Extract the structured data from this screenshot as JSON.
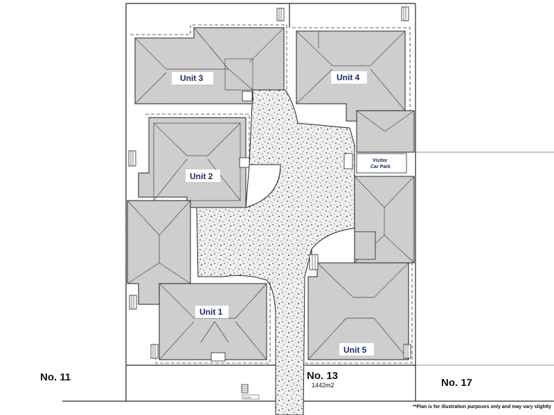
{
  "units": [
    {
      "id": "unit-1",
      "label": "Unit 1"
    },
    {
      "id": "unit-2",
      "label": "Unit 2"
    },
    {
      "id": "unit-3",
      "label": "Unit 3"
    },
    {
      "id": "unit-4",
      "label": "Unit 4"
    },
    {
      "id": "unit-5",
      "label": "Unit 5"
    }
  ],
  "visitor_parking": {
    "line1": "Visitor",
    "line2": "Car Park"
  },
  "lots": {
    "left": "No. 11",
    "center": "No. 13",
    "right": "No. 17",
    "center_area": "1442m2"
  },
  "mailbox_label": "Mail Box",
  "disclaimer": "**Plan is for illustration purposes only and may vary slightly",
  "colors": {
    "roof_fill": "#d4d4d4",
    "driveway_fill": "#efefef",
    "line": "#222222",
    "unit_label": "#1a2a6c"
  }
}
